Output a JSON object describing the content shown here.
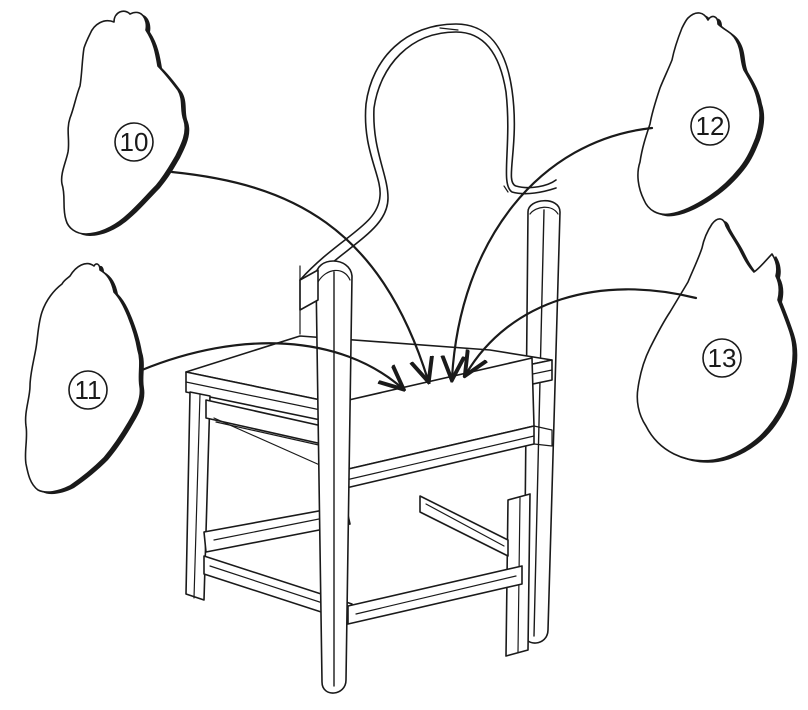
{
  "diagram": {
    "callouts": [
      {
        "id": "part-10",
        "label": "10"
      },
      {
        "id": "part-11",
        "label": "11"
      },
      {
        "id": "part-12",
        "label": "12"
      },
      {
        "id": "part-13",
        "label": "13"
      }
    ]
  },
  "colors": {
    "ink": "#1a1a1a",
    "paper": "#ffffff"
  }
}
